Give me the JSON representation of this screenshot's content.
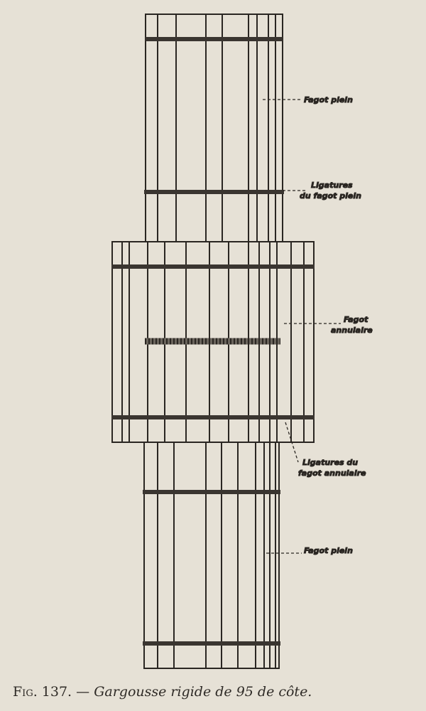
{
  "labels": {
    "fagot_plein_top": "Fagot plein",
    "ligatures_plein_1": "Ligatures",
    "ligatures_plein_2": "du fagot plein",
    "fagot_annulaire_1": "Fagot",
    "fagot_annulaire_2": "annulaire",
    "ligatures_annulaire_1": "Ligatures du",
    "ligatures_annulaire_2": "fagot annulaire",
    "fagot_plein_bottom": "Fagot plein"
  },
  "caption": {
    "number": "Fig. 137. —",
    "title": "Gargousse rigide de 95 de côte."
  }
}
